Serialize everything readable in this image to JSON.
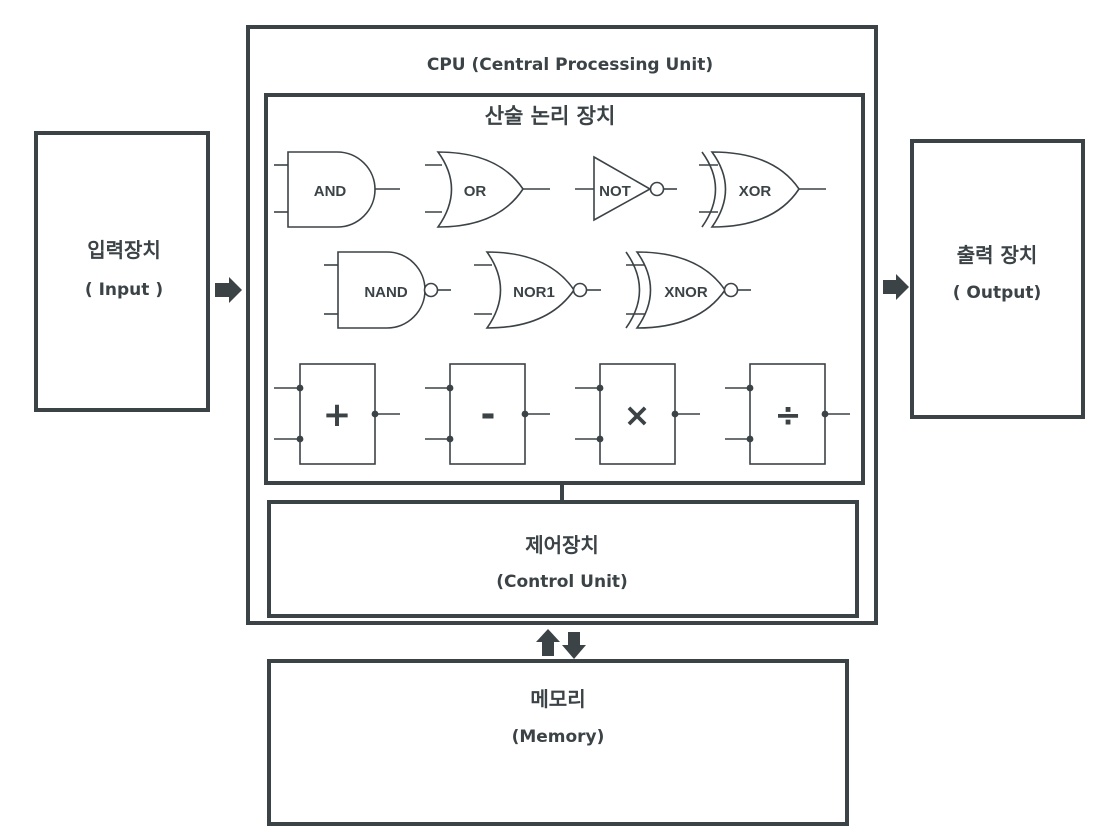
{
  "colors": {
    "stroke": "#3b4347",
    "background": "#ffffff"
  },
  "input": {
    "title": "입력장치",
    "subtitle": "( Input )"
  },
  "output": {
    "title": "출력 장치",
    "subtitle": "( Output)"
  },
  "cpu": {
    "title": "CPU (Central Processing Unit)"
  },
  "alu": {
    "title": "산술 논리 장치",
    "gates": [
      "AND",
      "OR",
      "NOT",
      "XOR",
      "NAND",
      "NOR1",
      "XNOR"
    ],
    "operators": [
      "+",
      "-",
      "×",
      "÷"
    ]
  },
  "control": {
    "title": "제어장치",
    "subtitle": "(Control Unit)"
  },
  "memory": {
    "title": "메모리",
    "subtitle": "(Memory)"
  }
}
